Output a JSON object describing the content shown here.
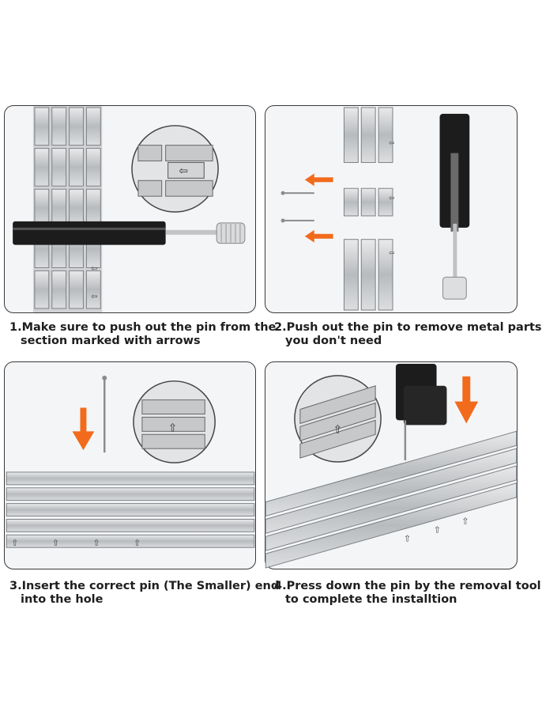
{
  "steps": [
    {
      "line1": "1.Make sure to push out the pin from the",
      "line2": "section marked with arrows"
    },
    {
      "line1": "2.Push out the pin to remove metal parts",
      "line2": "you don't need"
    },
    {
      "line1": "3.Insert the correct pin (The Smaller) end",
      "line2": "into the hole"
    },
    {
      "line1": "4.Press down the pin by the removal tool",
      "line2": "to complete the installtion"
    }
  ],
  "colors": {
    "accent": "#f26a1b",
    "tool": "#1c1c1c",
    "metal": "#c9cbcd",
    "frame": "#3a3a3a"
  },
  "icons": [
    "arrow-left-icon",
    "arrow-down-icon",
    "arrow-up-icon"
  ],
  "arrow_glyph_left": "⇦",
  "arrow_glyph_up": "⇧"
}
